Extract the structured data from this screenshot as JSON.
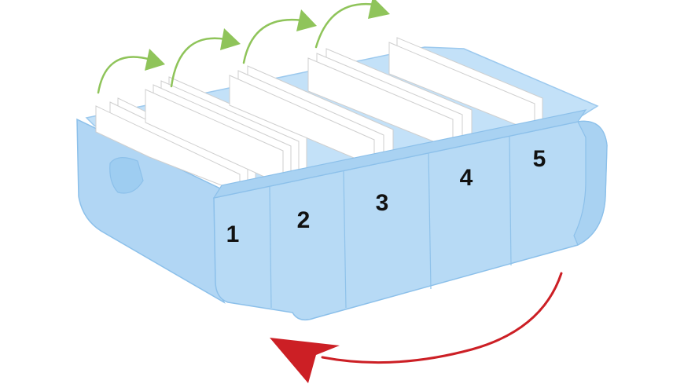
{
  "compartments": [
    {
      "label": "1"
    },
    {
      "label": "2"
    },
    {
      "label": "3"
    },
    {
      "label": "4"
    },
    {
      "label": "5"
    }
  ],
  "colors": {
    "box_fill": "#b7daf5",
    "box_edge": "#8cc0ea",
    "box_side": "#a9d2f2",
    "card": "#ffffff",
    "card_edge": "#cfcfcf",
    "forward_arrow": "#8fc45a",
    "return_arrow": "#cc1f25"
  },
  "icons": {
    "forward_arrows": "curved-arrow-icon",
    "return_arrow": "return-arrow-icon"
  }
}
